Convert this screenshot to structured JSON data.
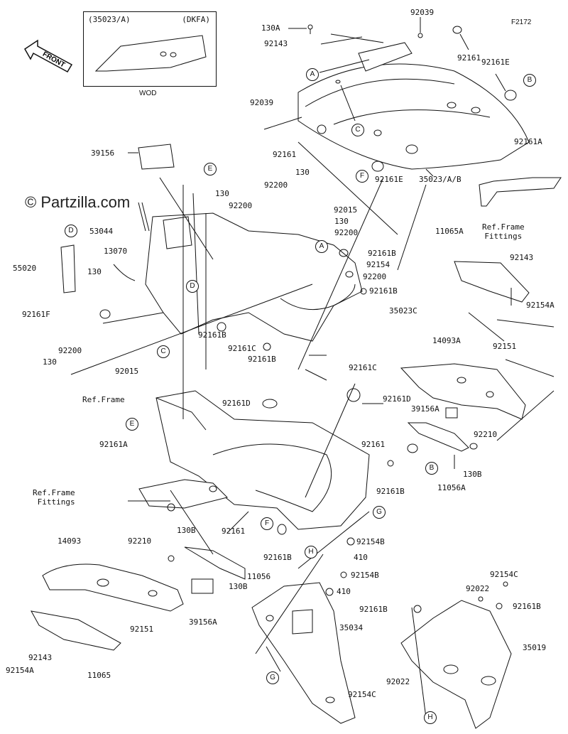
{
  "watermark": "© Partzilla.com",
  "figure_id": "F2172",
  "front_label": "FRONT",
  "inset": {
    "part": "(35023/A)",
    "code": "(DKFA)",
    "note": "WOD"
  },
  "ref_frame": "Ref.Frame",
  "ref_frame_fittings_a": "Ref.Frame\nFittings",
  "ref_frame_fittings_b": "Ref.Frame\nFittings",
  "callouts": {
    "A1": "A",
    "A2": "A",
    "B1": "B",
    "B2": "B",
    "C1": "C",
    "C2": "C",
    "D1": "D",
    "D2": "D",
    "E1": "E",
    "E2": "E",
    "F1": "F",
    "F2": "F",
    "G1": "G",
    "G2": "G",
    "H1": "H",
    "H2": "H"
  },
  "labels": {
    "p130A": "130A",
    "p92143a": "92143",
    "p92039a": "92039",
    "p92161a": "92161",
    "p92161Ea": "92161E",
    "p92039b": "92039",
    "p92161b": "92161",
    "p92161Eb": "92161E",
    "p35023AB": "35023/A/B",
    "p92161A1": "92161A",
    "p39156": "39156",
    "p130a": "130",
    "p130b": "130",
    "p92200a": "92200",
    "p92200b": "92200",
    "p92015a": "92015",
    "p130c": "130",
    "p92200c": "92200",
    "p53044": "53044",
    "p13070": "13070",
    "p55020": "55020",
    "p130d": "130",
    "p92161F": "92161F",
    "p92161Ba": "92161B",
    "p92154a": "92154",
    "p92200d": "92200",
    "p92161Bb": "92161B",
    "p35023C": "35023C",
    "p92161Bc": "92161B",
    "p92161C1": "92161C",
    "p92161Bd": "92161B",
    "p92200e": "92200",
    "p130e": "130",
    "p92015b": "92015",
    "p92161C2": "92161C",
    "p92161D1": "92161D",
    "p92161D2": "92161D",
    "p11065A": "11065A",
    "p92143b": "92143",
    "p92154A1": "92154A",
    "p14093A": "14093A",
    "p92151a": "92151",
    "p39156A1": "39156A",
    "p92210a": "92210",
    "p92161c": "92161",
    "p130B1": "130B",
    "p11056A": "11056A",
    "p92161A2": "92161A",
    "p92161Be": "92161B",
    "p92161d": "92161",
    "p130B2": "130B",
    "p92161Bf": "92161B",
    "p11056": "11056",
    "p130B3": "130B",
    "p14093": "14093",
    "p92210b": "92210",
    "p92151b": "92151",
    "p39156A2": "39156A",
    "p92143c": "92143",
    "p92154A2": "92154A",
    "p11065": "11065",
    "p92154Ba": "92154B",
    "p410a": "410",
    "p92154Bb": "92154B",
    "p410b": "410",
    "p35034": "35034",
    "p92154Ca": "92154C",
    "p92022a": "92022",
    "p92161Bg": "92161B",
    "p92161Bh": "92161B",
    "p35019": "35019",
    "p92022b": "92022",
    "p92154Cb": "92154C"
  }
}
